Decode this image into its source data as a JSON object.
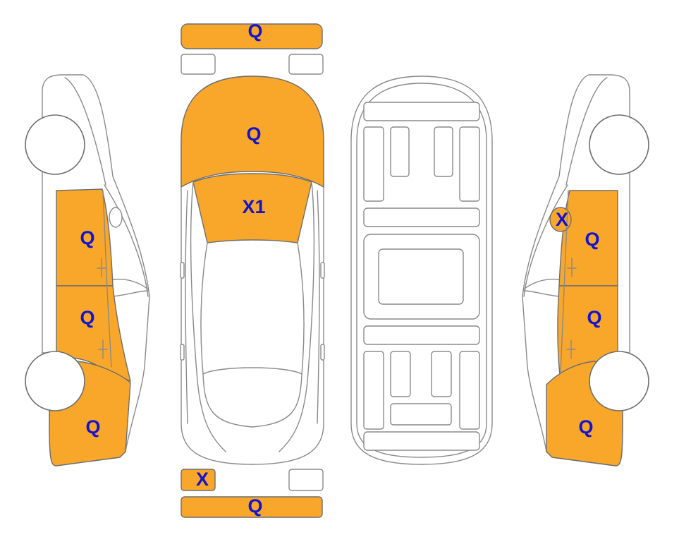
{
  "colors": {
    "damage_fill": "#F9A72B",
    "label_text": "#1414CC",
    "outline": "#8a8a8a"
  },
  "labels": {
    "front_bumper": "Q",
    "hood": "Q",
    "windshield": "X1",
    "left_front_door": "Q",
    "left_rear_door": "Q",
    "left_rear_quarter": "Q",
    "right_mirror": "X",
    "right_front_door": "Q",
    "right_rear_door": "Q",
    "right_rear_quarter": "Q",
    "rear_left_light": "X",
    "rear_bumper": "Q"
  }
}
